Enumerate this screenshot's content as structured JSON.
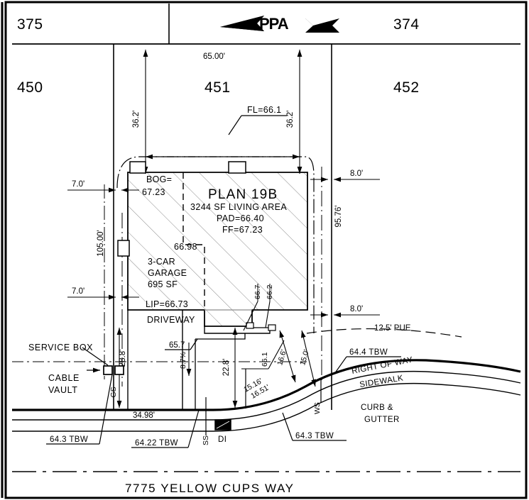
{
  "sheet": {
    "address_label": "7775 YELLOW CUPS WAY",
    "north_arrow_text": "PPA"
  },
  "lots": {
    "upper_left": "375",
    "upper_right": "374",
    "lower_left": "450",
    "lower_center": "451",
    "lower_right": "452"
  },
  "building": {
    "plan_name": "PLAN 19B",
    "living_area": "3244 SF LIVING AREA",
    "pad": "PAD=66.40",
    "ff": "FF=67.23",
    "bog_line1": "BOG=",
    "bog_line2": "67.23",
    "garage_line1": "3-CAR",
    "garage_line2": "GARAGE",
    "garage_line3": "695 SF",
    "lip": "LIP=66.73",
    "corner_elev": "66.98",
    "driveway": "DRIVEWAY"
  },
  "dimensions": {
    "top_width": "65.00'",
    "left_setback_top": "7.0'",
    "left_setback_bottom": "7.0'",
    "left_depth": "105.00'",
    "right_setback_top": "8.0'",
    "right_setback_bottom": "8.0'",
    "right_depth": "95.76'",
    "front_left": "36.2'",
    "front_right": "36.2'",
    "drive_width": "28.8'",
    "drive_length": "22.8'",
    "street_frontage": "34.98'",
    "curve_1": "15.16'",
    "curve_2": "16.51'",
    "diag_1": "16.6'",
    "diag_2": "15.0'",
    "pue": "12.5' PUE",
    "slope": "8.7%"
  },
  "elevations": {
    "fl": "FL=66.1",
    "e_65_7": "65.7",
    "e_66_7": "66.7",
    "e_66_2": "66.2",
    "e_66_1": "66.1",
    "tbw_left": "64.3 TBW",
    "tbw_mid": "64.22 TBW",
    "tbw_right_low": "64.3 TBW",
    "tbw_right_up": "64.4 TBW"
  },
  "annotations": {
    "service_box": "SERVICE BOX",
    "cable_line1": "CABLE",
    "cable_line2": "VAULT",
    "gs": "GS",
    "ss": "SS",
    "di": "DI",
    "ws": "WS",
    "right_of_way": "RIGHT OF WAY",
    "sidewalk": "SIDEWALK",
    "curb_line1": "CURB &",
    "curb_line2": "GUTTER"
  },
  "colors": {
    "ink": "#000000",
    "hatch": "#8c8c8c",
    "thin": "#4d4d4d"
  }
}
